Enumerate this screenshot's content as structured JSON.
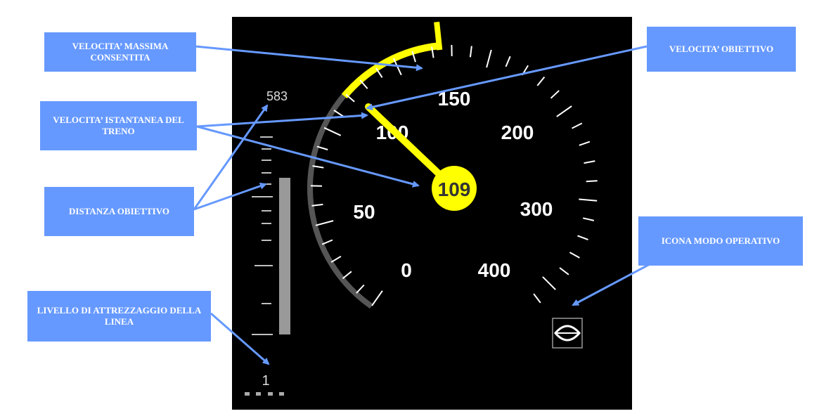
{
  "callouts": {
    "max_speed": "VELOCITA’ MASSIMA CONSENTITA",
    "target_speed": "VELOCITA’ OBIETTIVO",
    "train_speed": "VELOCITA’ ISTANTANEA DEL TRENO",
    "target_distance": "DISTANZA OBIETTIVO",
    "mode_icon": "ICONA MODO OPERATIVO",
    "level": "LIVELLO DI ATTREZZAGGIO DELLA LINEA"
  },
  "display": {
    "target_distance_value": "583",
    "current_speed": "109",
    "level_value": "1",
    "dial_labels": [
      "0",
      "50",
      "100",
      "150",
      "200",
      "300",
      "400"
    ]
  },
  "colors": {
    "callout": "#6699ff",
    "screen": "#000000",
    "needle": "#ffff00",
    "arc_gray": "#555555",
    "tick": "#ffffff"
  }
}
